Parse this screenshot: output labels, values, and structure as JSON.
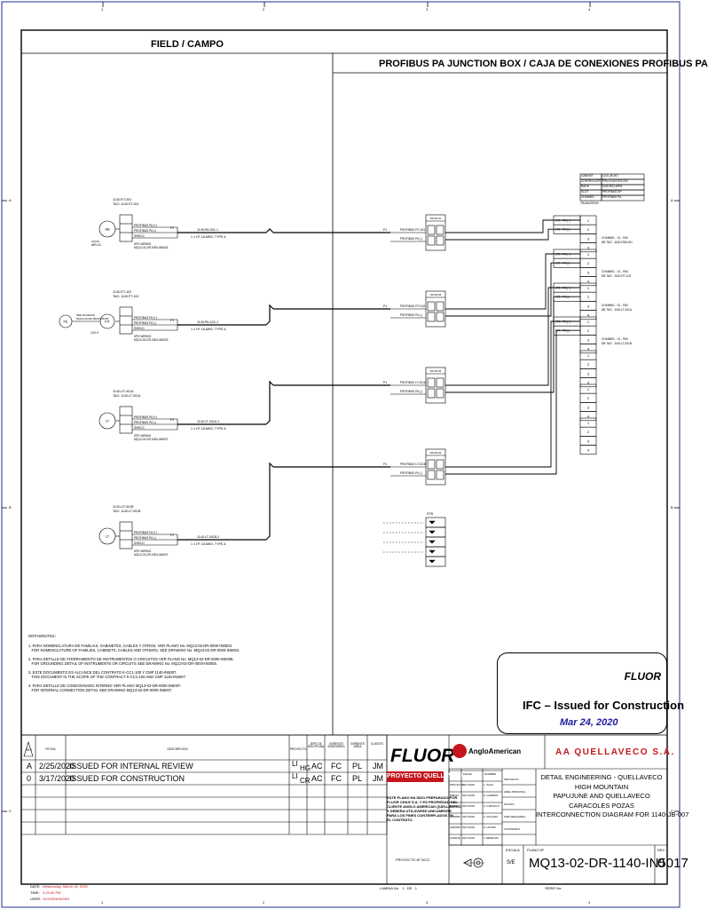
{
  "zones": {
    "cols": [
      "1",
      "2",
      "3",
      "4"
    ],
    "rows": [
      "A",
      "B",
      "C"
    ]
  },
  "headers": {
    "field": "FIELD / CAMPO",
    "jb": "PROFIBUS PA JUNCTION BOX / CAJA DE CONEXIONES PROFIBUS PA"
  },
  "jb_info": {
    "rows": [
      [
        "CABINET",
        "1140-JB-007"
      ],
      [
        "CONTROLLER",
        "PSN-1140-DCS-002"
      ],
      [
        "RACK",
        "1140-RIO-AP01"
      ],
      [
        "SLOT",
        "PROFIBUS DP"
      ],
      [
        "CHANNEL",
        "PROFIBUS PA"
      ]
    ],
    "sub": "TRUNK/SPUR"
  },
  "instruments": [
    {
      "top1": "1140-FIT-001",
      "top2": "TAG: 1140-FZ-001",
      "bubble": "FE",
      "bubble2": "AB",
      "aux": "AIR-01",
      "wires": [
        "PROFIBUS PA (+)",
        "PROFIBUS PA (-)",
        "SHIELD"
      ],
      "cable": "1140-PA-001-J",
      "cable_type": "1 x 1P, 18 AWG, TYPE A",
      "notes": [
        "SPD WIRING",
        "MQ13-02-DR-0000-IN5003"
      ]
    },
    {
      "top1": "1140-FIT-102",
      "top2": "TAG: 1140-FT-102",
      "bubble": "FE",
      "bubble2": "FIT",
      "aux": "120 V",
      "wires": [
        "PROFIBUS PA (+)",
        "PROFIBUS PA (-)",
        "SHIELD"
      ],
      "cable": "1140-PA-102-J",
      "cable_type": "1 x 1P, 18 AWG, TYPE A",
      "notes": [
        "SPD WIRING",
        "MQ13-02-DR-0000-IN5003"
      ]
    },
    {
      "top1": "1140-LIT-001A",
      "top2": "TAG: 1140-LT-001A",
      "bubble": "LT",
      "bubble2": "",
      "aux": "",
      "wires": [
        "PROFIBUS PA (+)",
        "PROFIBUS PA (-)",
        "SHIELD"
      ],
      "cable": "1140-LT-001A-J",
      "cable_type": "1 x 1P, 18 AWG, TYPE A",
      "notes": [
        "SPD WIRING",
        "MQ13-02-DR-0000-IN5007"
      ]
    },
    {
      "top1": "1140-LIT-001B",
      "top2": "TAG: 1140-LT-001B",
      "bubble": "LT",
      "bubble2": "",
      "aux": "",
      "wires": [
        "PROFIBUS PA (+)",
        "PROFIBUS PA (-)",
        "SHIELD"
      ],
      "cable": "1140-LT-001B-J",
      "cable_type": "1 x 1P, 18 AWG, TYPE A",
      "notes": [
        "SPD WIRING",
        "MQ13-02-DR-0000-IN5007"
      ]
    }
  ],
  "jb_inputs": [
    {
      "labels": [
        "PROFIBUS FIT-001",
        "PROFIBUS PA (-)"
      ],
      "block": "SPUR-01"
    },
    {
      "labels": [
        "PROFIBUS FIT-102",
        "PROFIBUS PA (-)"
      ],
      "block": "SPUR-02"
    },
    {
      "labels": [
        "PROFIBUS LT-001A",
        "PROFIBUS PA (-)"
      ],
      "block": "SPUR-03"
    },
    {
      "labels": [
        "PROFIBUS LT-001B",
        "PROFIBUS PA (-)"
      ],
      "block": "SPUR-04"
    }
  ],
  "spare": {
    "title": "STB"
  },
  "term_labels": [
    {
      "left": "LT1 - PA (+)",
      "channel": "CHANNEL : 01 - PA0",
      "tag": "DB TAG : 1140-FDB-001"
    },
    {
      "left": "LT2 - PA (+)",
      "channel": "CHANNEL : 01 - PA0",
      "tag": "DB TAG : 1140-FIT-102"
    },
    {
      "left": "LT3 - PA (+)",
      "channel": "CHANNEL : 01 - PA0",
      "tag": "DB TAG : 1140-LT-001A"
    },
    {
      "left": "LT4 - PA (+)",
      "channel": "CHANNEL : 01 - PA0",
      "tag": "DB TAG : 1140-LT-001B"
    }
  ],
  "notes": {
    "title": "NOTAS/NOTES:",
    "lines": [
      "1. PARA NOMENCLATURA DE FAMILIAS, GABINETES, CABLES Y OTROS, VER PLANO No. MQ13-02-DR-0000-IN0004.",
      "   FOR NOMENCLATURE OF FAMILIES, CABINETS, CABLES AND OTHERS, SEE DRAWING No. MQ13-02-DR-0000-IN0004.",
      "",
      "2. PARA DETALLE DE ATERRAMIENTO DE INSTRUMENTOS O CIRCUITOS VER PLANO No. MQ13-02-DR-0000-IN0005.",
      "   FOR GROUNDING DETAIL OF INSTRUMENTS OR CIRCUITS SEE DRAWING No. MQ13-02-DR-0000-IN0005.",
      "",
      "3. ESTE DOCUMENTO ES ALCANCE DEL CONTRATO K-CC1-100 Y CMP 1140-IN5007.",
      "   THIS DOCUMENT IS THE SCOPE OF THE CONTRACT K-CC1-100 AND CMP 1140-IN5007.",
      "",
      "4. PARA DETALLE DE CONEXIONADO INTERNO VER PLANO MQ13-02-DR-0000-IN5007.",
      "   FOR INTERNAL CONNECTION DETAIL SEE DRAWING MQ13-02-DR-0000-IN5007."
    ]
  },
  "ifc": {
    "logo": "FLUOR",
    "title": "IFC – Issued for Construction",
    "date": "Mar 24, 2020"
  },
  "revisions": {
    "headers": [
      "REV",
      "FECHA",
      "DESCRIPCION",
      "PROYECTO",
      "JEFE DE DISCIPLINA",
      "GERENTE INGENIERIA",
      "GERENTE AREA",
      "CLIENTE"
    ],
    "rows": [
      {
        "rev": "A",
        "date": "2/25/2020",
        "desc": "ISSUED FOR INTERNAL REVIEW",
        "by1": "LI",
        "by2": "HG",
        "c1": "AC",
        "c2": "FC",
        "c3": "PL",
        "c4": "JM"
      },
      {
        "rev": "0",
        "date": "3/17/2020",
        "desc": "ISSUED FOR CONSTRUCTION",
        "by1": "LI",
        "by2": "CR",
        "c1": "AC",
        "c2": "FC",
        "c3": "PL",
        "c4": "JM"
      }
    ]
  },
  "title_block": {
    "fluor_logo": "FLUOR",
    "project_banner": "PROYECTO QUELLAVECO",
    "disclaimer": "ESTE PLANO HA SIDO PREPARADO POR\nFLUOR CHILE S.A. Y ES PROPIEDAD DEL\nCLIENTE ANGLO AMERICAN QUELLAVECO\nY DEBERA UTILIZARSE UNICAMENTE\nPARA LOS FINES CONTEMPLADOS EN\nEL CONTRATO.",
    "project_code": "PROYECTO Nº 0/CO",
    "anglo": "AngloAmerican",
    "client": "AA QUELLAVECO S.A.",
    "sign_headers": [
      "",
      "FECHA",
      "NOMBRE"
    ],
    "sign_rows": [
      [
        "PROYECTO",
        "03/17/2020",
        "L. ISLAS"
      ],
      [
        "DIBUJO",
        "03/17/2020",
        "H. GARRIDO"
      ],
      [
        "REVISO",
        "03/17/2020",
        "A. CARVALLO"
      ],
      [
        "APROBO",
        "03/17/2020",
        "F. COLLADO"
      ],
      [
        "APROBO",
        "03/17/2020",
        "P. LASTRA"
      ],
      [
        "CLIENTE",
        "03/17/2020",
        "J. MENDOZA"
      ]
    ],
    "fields": [
      "PROYECTO",
      "AREA PRINCIPAL",
      "PLANTA",
      "SUB-AREA/AREA",
      "CONTENIDO"
    ],
    "title_lines": [
      "DETAIL ENGINEERING - QUELLAVECO",
      "HIGH MOUNTAIN",
      "PAPUJUNE AND QUELLAVECO",
      "CARACOLES POZAS",
      "INTERCONNECTION DIAGRAM FOR 1140-JB-007"
    ],
    "escala_label": "ESCALA",
    "escala": "S/E",
    "plano_label": "PLANO Nº",
    "doc_number": "MQ13-02-DR-1140-IN5017",
    "rev_label": "REV",
    "rev": "0",
    "lamina": "LAMINA No.   1   DE   1",
    "serie": "SERIE No:"
  },
  "footer": {
    "date_label": "DATE:",
    "date": "Wednesday, March 18, 2020",
    "time_label": "TIME:",
    "time": "2:25:40 PM",
    "user_label": "USER:",
    "user": "SUZZENHAGEN"
  }
}
